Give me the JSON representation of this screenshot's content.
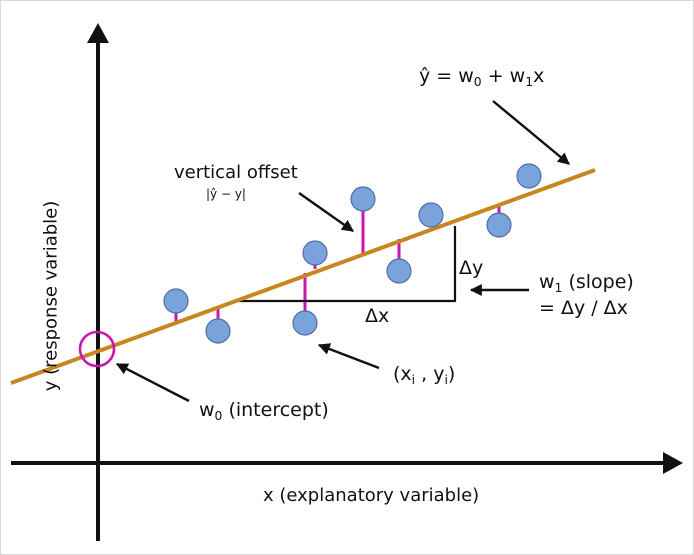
{
  "diagram": {
    "x_axis_label": "x (explanatory variable)",
    "y_axis_label": "y (response variable)",
    "equation": {
      "yhat": "ŷ = w",
      "w0_sub": "0",
      "plus": " + w",
      "w1_sub": "1",
      "x": "x"
    },
    "vertical_offset": {
      "title": "vertical offset",
      "formula": "|ŷ − y|"
    },
    "delta_x": "Δx",
    "delta_y": "Δy",
    "slope": {
      "w": "w",
      "sub": "1",
      "text": " (slope)",
      "formula": "= Δy / Δx"
    },
    "point": {
      "open": "(x",
      "i1": "i",
      "mid": " , y",
      "i2": "i",
      "close": ")"
    },
    "intercept": {
      "w": "w",
      "sub": "0",
      "text": " (intercept)"
    }
  },
  "colors": {
    "regression_line": "#c8861f",
    "residual": "#cc14b0",
    "point_fill": "#7ba3db",
    "point_stroke": "#4d6fa8",
    "axis": "#111111"
  }
}
